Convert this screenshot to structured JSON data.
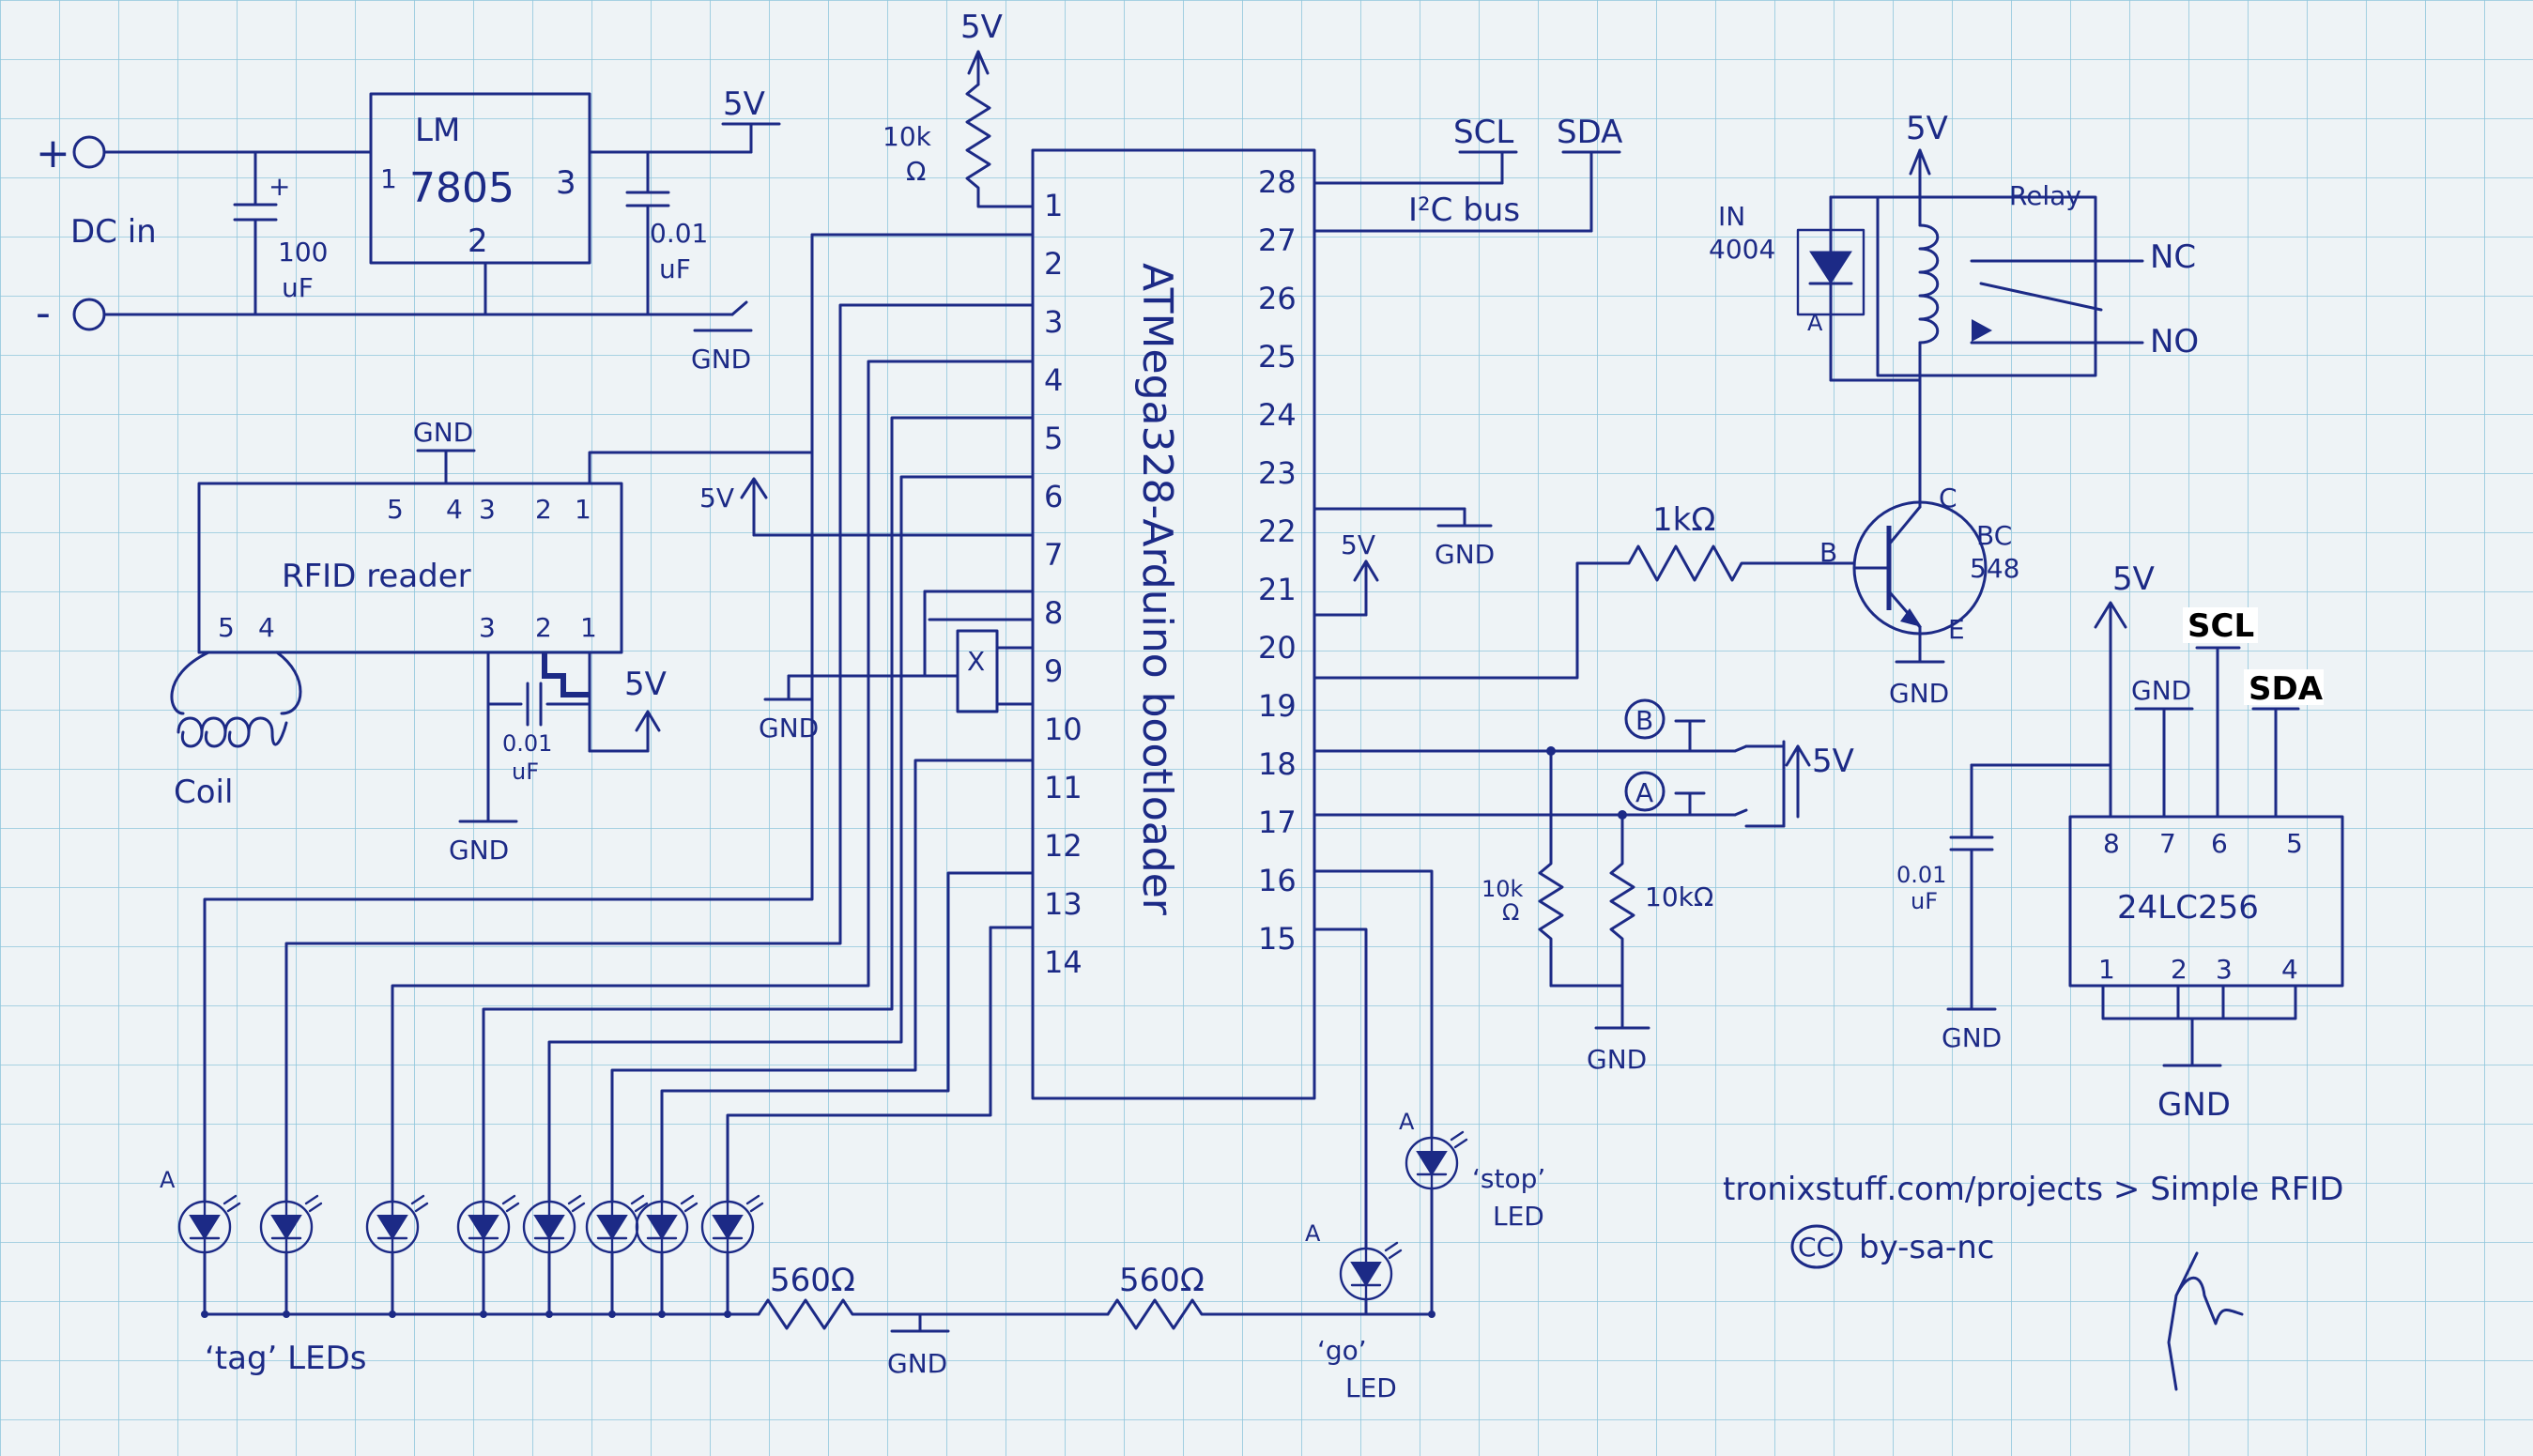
{
  "power": {
    "plus": "+",
    "minus": "-",
    "dc_in": "DC in",
    "reg_line1": "LM",
    "reg_line2": "7805",
    "reg_pin1": "1",
    "reg_pin2": "2",
    "reg_pin3": "3",
    "cap_in_value": "100",
    "cap_in_unit": "uF",
    "cap_in_polarity": "+",
    "cap_out_value": "0.01",
    "cap_out_unit": "uF",
    "out_5v": "5V",
    "gnd": "GND"
  },
  "mcu": {
    "name": "ATMega328-Arduino bootloader",
    "pins_left": [
      "1",
      "2",
      "3",
      "4",
      "5",
      "6",
      "7",
      "8",
      "9",
      "10",
      "11",
      "12",
      "13",
      "14"
    ],
    "pins_right": [
      "28",
      "27",
      "26",
      "25",
      "24",
      "23",
      "22",
      "21",
      "20",
      "19",
      "18",
      "17",
      "16",
      "15"
    ],
    "pullup_5v": "5V",
    "pullup_res": "10k",
    "pullup_unit": "Ω",
    "crystal_label": "X",
    "crystal_gnd": "GND",
    "pin7_5v": "5V",
    "pin20_5v": "5V",
    "pin22_gnd": "GND"
  },
  "i2c": {
    "scl": "SCL",
    "sda": "SDA",
    "bus": "I²C bus"
  },
  "rfid": {
    "title": "RFID reader",
    "top_pins": [
      "5",
      "4",
      "3",
      "2",
      "1"
    ],
    "bottom_pins": [
      "5",
      "4",
      "3",
      "2",
      "1"
    ],
    "top_gnd": "GND",
    "coil": "Coil",
    "cap_value": "0.01",
    "cap_unit": "uF",
    "bottom_gnd": "GND",
    "bottom_5v": "5V"
  },
  "relay_section": {
    "vcc": "5V",
    "diode_line1": "IN",
    "diode_line2": "4004",
    "diode_anode": "A",
    "relay": "Relay",
    "nc": "NC",
    "no": "NO",
    "res": "1kΩ",
    "base": "B",
    "collector": "C",
    "emitter": "E",
    "transistor_line1": "BC",
    "transistor_line2": "548",
    "gnd": "GND"
  },
  "buttons": {
    "b": "B",
    "a": "A",
    "vcc": "5V",
    "res1_val": "10k",
    "res1_unit": "Ω",
    "res2": "10kΩ",
    "gnd": "GND"
  },
  "eeprom": {
    "name": "24LC256",
    "top_pins": [
      "8",
      "7",
      "6",
      "5"
    ],
    "bottom_pins": [
      "1",
      "2",
      "3",
      "4"
    ],
    "vcc": "5V",
    "gnd_top": "GND",
    "scl": "SCL",
    "sda": "SDA",
    "cap_value": "0.01",
    "cap_unit": "uF",
    "cap_gnd": "GND",
    "bottom_gnd": "GND"
  },
  "leds": {
    "anode": "A",
    "tag_label": "‘tag’ LEDs",
    "res_left": "560Ω",
    "res_right": "560Ω",
    "gnd": "GND",
    "stop_line1": "‘stop’",
    "stop_line2": "LED",
    "go_line1": "‘go’",
    "go_line2": "LED"
  },
  "credits": {
    "url": "tronixstuff.com/projects > Simple RFID",
    "cc": "CC",
    "license": "by-sa-nc"
  },
  "colors": {
    "ink": "#1c2a86",
    "paper": "#eef3f6",
    "grid": "#8fc6dc"
  }
}
